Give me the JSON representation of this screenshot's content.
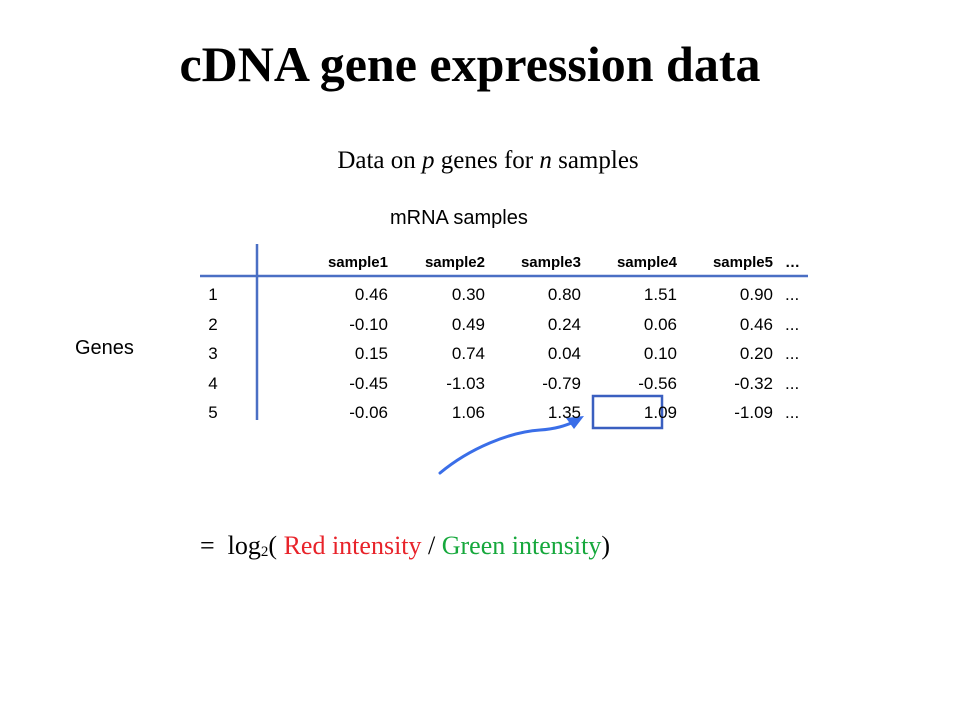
{
  "title": "cDNA gene expression data",
  "subtitle": {
    "prefix": "Data on ",
    "p": "p",
    "middle": " genes for ",
    "n": "n",
    "suffix": " samples"
  },
  "table": {
    "column_group_label": "mRNA samples",
    "row_group_label": "Genes",
    "columns": [
      "sample1",
      "sample2",
      "sample3",
      "sample4",
      "sample5",
      "…"
    ],
    "rows": [
      {
        "gene": "1",
        "values": [
          "0.46",
          "0.30",
          "0.80",
          "1.51",
          "0.90",
          "..."
        ]
      },
      {
        "gene": "2",
        "values": [
          "-0.10",
          "0.49",
          "0.24",
          "0.06",
          "0.46",
          "..."
        ]
      },
      {
        "gene": "3",
        "values": [
          "0.15",
          "0.74",
          "0.04",
          "0.10",
          "0.20",
          "..."
        ]
      },
      {
        "gene": "4",
        "values": [
          "-0.45",
          "-1.03",
          "-0.79",
          "-0.56",
          "-0.32",
          "..."
        ]
      },
      {
        "gene": "5",
        "values": [
          "-0.06",
          "1.06",
          "1.35",
          "1.09",
          "-1.09",
          "..."
        ]
      }
    ],
    "highlighted_cell": {
      "row": 5,
      "column": "sample4"
    }
  },
  "formula": {
    "equals": "=",
    "log": "log",
    "base": "2",
    "open": "( ",
    "numerator": "Red intensity",
    "divider": " / ",
    "denominator": "Green intensity",
    "close": ")"
  },
  "colors": {
    "axis_line": "#4a6fc4",
    "highlight_box": "#3a5fc0",
    "arrow": "#3a6ee8",
    "red_text": "#e8232a",
    "green_text": "#16a83c"
  }
}
